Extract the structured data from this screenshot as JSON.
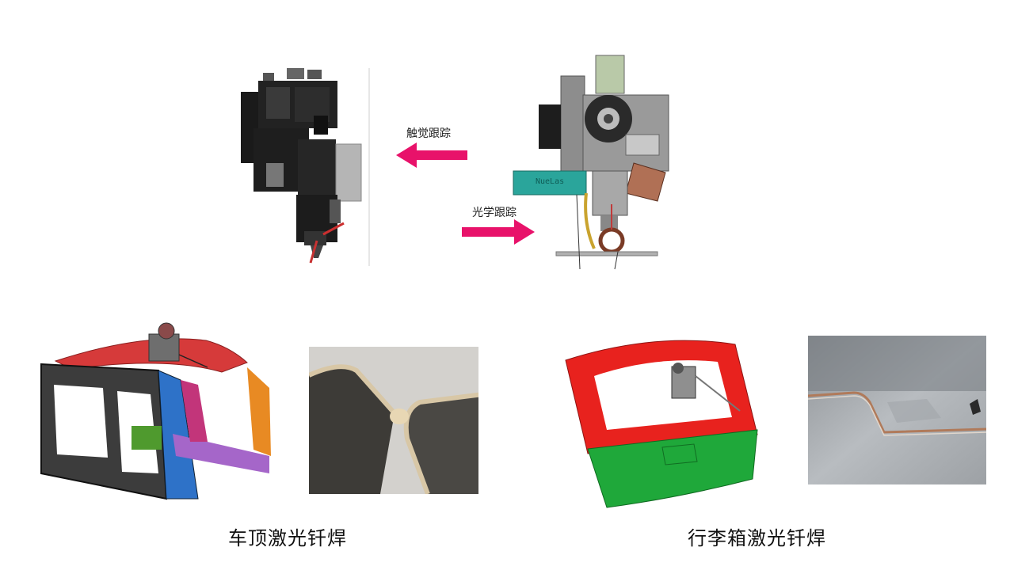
{
  "labels": {
    "tactile_tracking": "触觉跟踪",
    "optical_tracking": "光学跟踪",
    "roof_brazing": "车顶激光钎焊",
    "trunk_brazing": "行李箱激光钎焊",
    "device_mark": "NueLas"
  },
  "colors": {
    "arrow": "#e8126a",
    "roof_red": "#d63a3a",
    "trunk_red": "#e8221e",
    "trunk_green": "#1fa83a",
    "device_teal": "#2aa59b"
  }
}
